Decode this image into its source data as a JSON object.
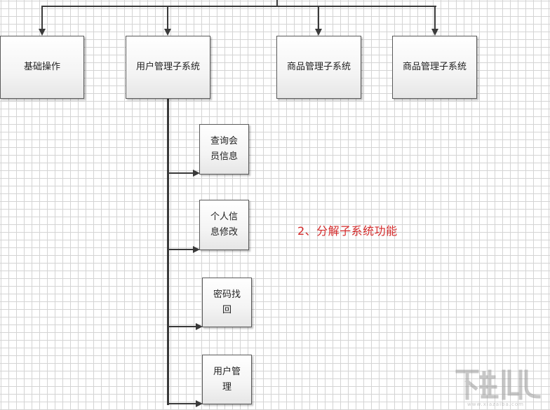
{
  "diagram": {
    "top_nodes": [
      {
        "label": "基础操作"
      },
      {
        "label": "用户管理子系统"
      },
      {
        "label": "商品管理子系统"
      },
      {
        "label": "商品管理子系统"
      }
    ],
    "sub_nodes": [
      {
        "label": "查询会员信息"
      },
      {
        "label": "个人信息修改"
      },
      {
        "label": "密码找回"
      },
      {
        "label": "用户管理"
      }
    ],
    "caption": "2、分解子系统功能",
    "colors": {
      "caption": "#d42a2a",
      "line": "#3a3a3a",
      "grid": "#d4d4d4"
    }
  },
  "watermark": {
    "logo_text": "下载吧",
    "url_text": "www.xiazaiba.com"
  }
}
